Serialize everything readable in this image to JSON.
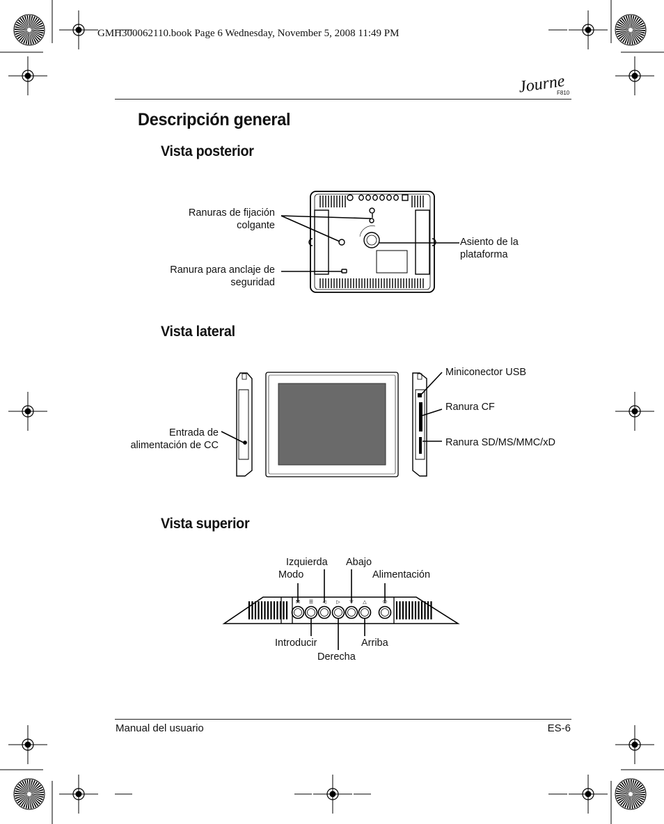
{
  "print_line": "GMH300062110.book  Page 6  Wednesday, November 5, 2008  11:49 PM",
  "header": {
    "brand": "Journe",
    "model": "F810"
  },
  "title": "Descripción general",
  "sections": {
    "rear": {
      "heading": "Vista posterior",
      "labels": {
        "hanging_slots": [
          "Ranuras de fijación",
          "colgante"
        ],
        "security_slot": [
          "Ranura para anclaje de",
          "seguridad"
        ],
        "stand_socket": [
          "Asiento de la",
          "plataforma"
        ]
      }
    },
    "side": {
      "heading": "Vista lateral",
      "labels": {
        "dc_in": [
          "Entrada de",
          "alimentación de CC"
        ],
        "mini_usb": "Miniconector USB",
        "cf_slot": "Ranura CF",
        "sd_slot": "Ranura SD/MS/MMC/xD"
      }
    },
    "top": {
      "heading": "Vista superior",
      "labels": {
        "left": "Izquierda",
        "down": "Abajo",
        "mode": "Modo",
        "power": "Alimentación",
        "enter": "Introducir",
        "up": "Arriba",
        "right": "Derecha"
      },
      "button_icons": [
        "M",
        "☰",
        "◁",
        "▷",
        "▽",
        "△",
        "⏻"
      ]
    }
  },
  "footer": {
    "left": "Manual del usuario",
    "right": "ES-6"
  }
}
